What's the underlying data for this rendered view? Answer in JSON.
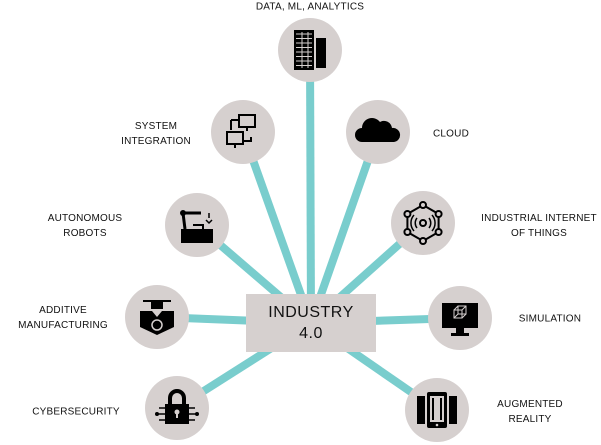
{
  "hub": {
    "line1": "INDUSTRY",
    "line2": "4.0"
  },
  "colors": {
    "connector": "#79cdcd",
    "node": "#d6d0cf",
    "hub": "#d6d0cf",
    "icon": "#000000"
  },
  "nodes": [
    {
      "id": "data",
      "label1": "DATA, ML, ANALYTICS",
      "label2": "",
      "icon": "server-towers-icon"
    },
    {
      "id": "system",
      "label1": "SYSTEM",
      "label2": "INTEGRATION",
      "icon": "connected-monitors-icon"
    },
    {
      "id": "cloud",
      "label1": "CLOUD",
      "label2": "",
      "icon": "cloud-icon"
    },
    {
      "id": "robots",
      "label1": "AUTONOMOUS",
      "label2": "ROBOTS",
      "icon": "robot-arm-icon"
    },
    {
      "id": "iiot",
      "label1": "INDUSTRIAL INTERNET",
      "label2": "OF THINGS",
      "icon": "network-signal-icon"
    },
    {
      "id": "additive",
      "label1": "ADDITIVE",
      "label2": "MANUFACTURING",
      "icon": "3d-printer-icon"
    },
    {
      "id": "simulation",
      "label1": "SIMULATION",
      "label2": "",
      "icon": "monitor-cube-icon"
    },
    {
      "id": "cyber",
      "label1": "CYBERSECURITY",
      "label2": "",
      "icon": "circuit-lock-icon"
    },
    {
      "id": "ar",
      "label1": "AUGMENTED",
      "label2": "REALITY",
      "icon": "phone-ar-icon"
    }
  ]
}
